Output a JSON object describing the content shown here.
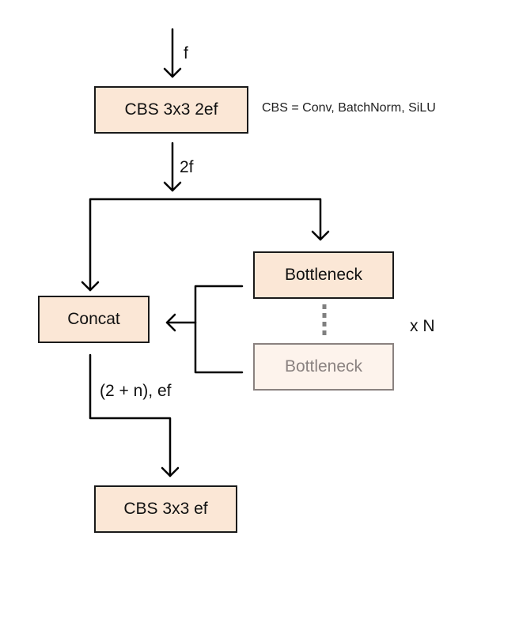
{
  "colors": {
    "box_fill": "#fbe7d6",
    "box_fill_faded": "#fdf3ec",
    "stroke": "#000000",
    "dotted": "#808080"
  },
  "nodes": {
    "cbs_top": "CBS 3x3 2ef",
    "bottleneck_1": "Bottleneck",
    "concat": "Concat",
    "bottleneck_n": "Bottleneck",
    "cbs_bottom": "CBS 3x3 ef"
  },
  "edge_labels": {
    "input": "f",
    "after_cbs": "2f",
    "concat_out": "(2 + n), ef"
  },
  "notes": {
    "cbs_definition": "CBS = Conv, BatchNorm, SiLU",
    "repeat": "x N"
  }
}
